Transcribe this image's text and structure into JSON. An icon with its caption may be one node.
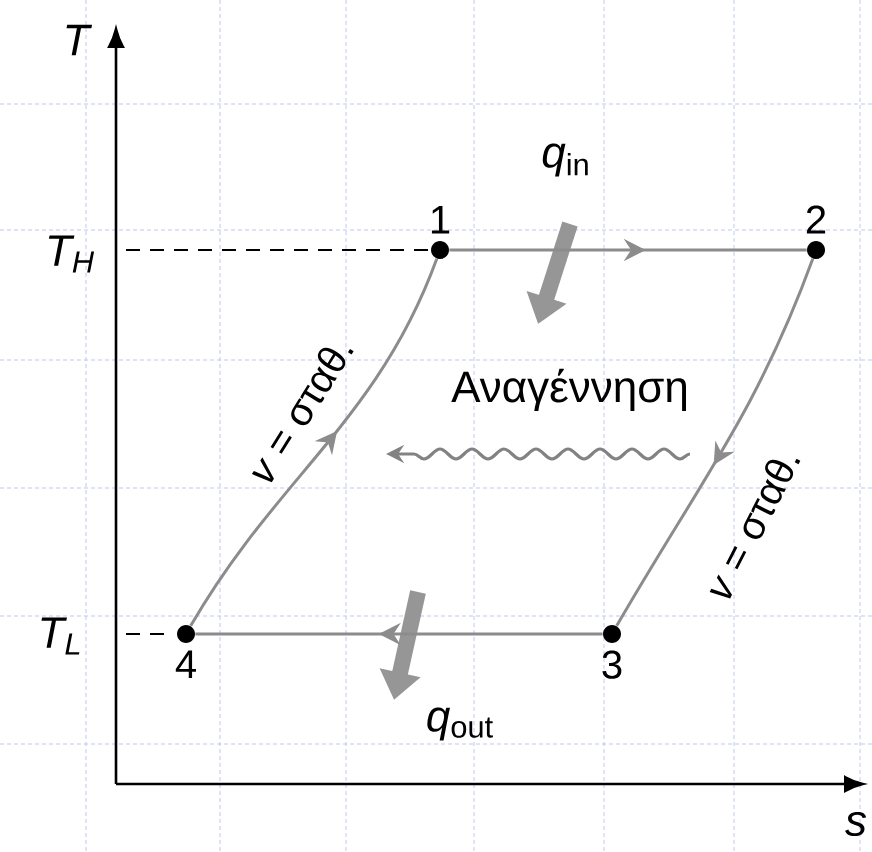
{
  "diagram": {
    "nodes": [
      {
        "text": [
          "1"
        ]
      },
      {
        "text": [
          "2"
        ]
      },
      {
        "text": [
          "3"
        ]
      },
      {
        "text": [
          "4"
        ]
      }
    ],
    "edges": [
      {
        "from": 0,
        "to": 1,
        "arrow": "to"
      },
      {
        "from": 1,
        "to": 2,
        "arrow": "to",
        "label": "*v* = σταθ."
      },
      {
        "from": 2,
        "to": 3,
        "arrow": "to"
      },
      {
        "from": 3,
        "to": 0,
        "arrow": "to",
        "label": "*v* = σταθ."
      }
    ],
    "labels": [
      "T",
      "T$_{H}$",
      "*q*$_{in}$",
      "Αναγέννηση",
      "T$_{L}$",
      "*q*$_{out}$",
      "s"
    ]
  }
}
